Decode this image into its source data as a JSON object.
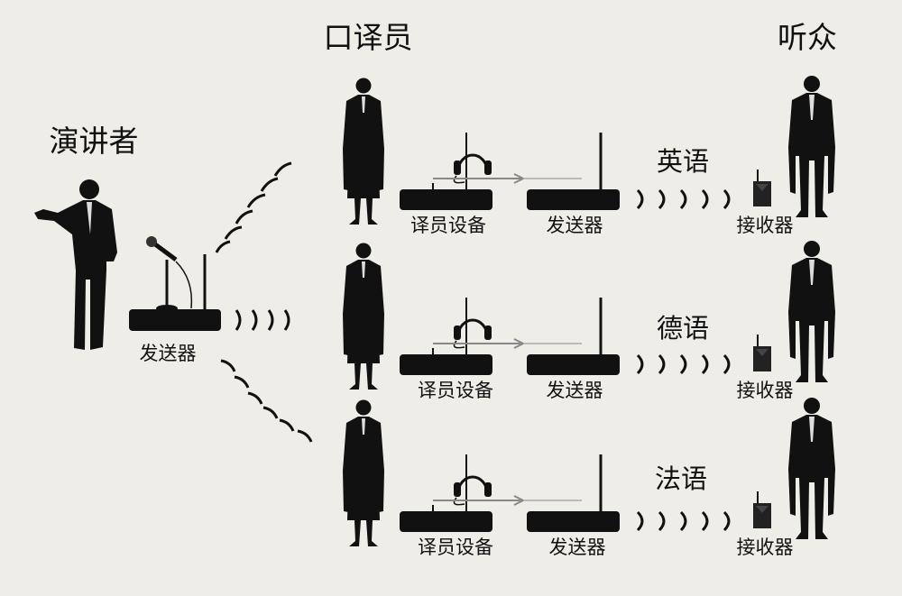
{
  "headers": {
    "interpreter": "口译员",
    "audience": "听众",
    "speaker": "演讲者"
  },
  "speaker_transmitter_label": "发送器",
  "rows": [
    {
      "language": "英语",
      "device": "译员设备",
      "transmitter": "发送器",
      "receiver": "接收器"
    },
    {
      "language": "德语",
      "device": "译员设备",
      "transmitter": "发送器",
      "receiver": "接收器"
    },
    {
      "language": "法语",
      "device": "译员设备",
      "transmitter": "发送器",
      "receiver": "接收器"
    }
  ],
  "colors": {
    "background": "#eeede8",
    "silhouette": "#111111",
    "arrow": "#888888"
  }
}
